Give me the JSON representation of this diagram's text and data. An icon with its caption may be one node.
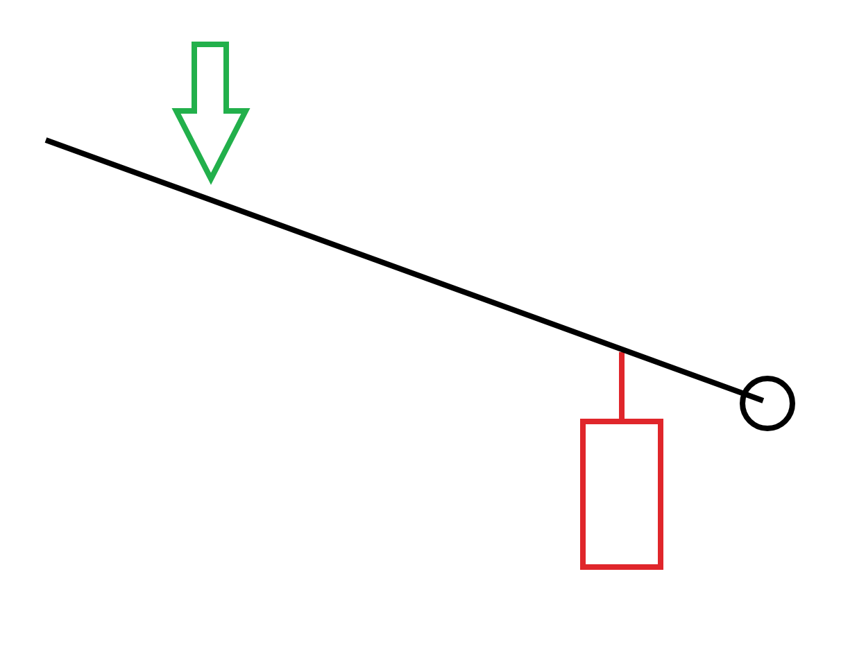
{
  "diagram": {
    "nodes": [
      {
        "text": [],
        "shape": "bar"
      },
      {
        "text": [],
        "shape": "box"
      },
      {
        "text": [],
        "shape": "circle"
      }
    ],
    "edges": [
      {
        "from": 0,
        "to": 1,
        "arrow": "none"
      }
    ]
  }
}
